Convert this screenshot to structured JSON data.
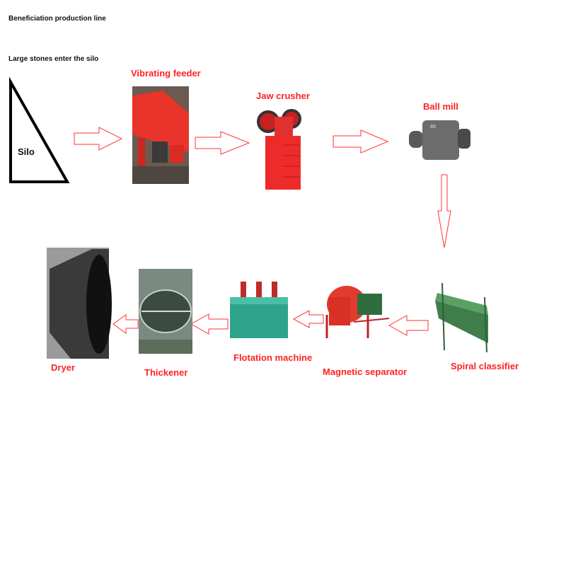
{
  "title": "Beneficiation production line",
  "subtitle": "Large stones enter the silo",
  "silo_label": "Silo",
  "colors": {
    "label": "#ff2222",
    "arrow": "#ff3333",
    "text": "#111111"
  },
  "steps": [
    {
      "label": "Vibrating feeder"
    },
    {
      "label": "Jaw crusher"
    },
    {
      "label": "Ball mill"
    },
    {
      "label": "Spiral classifier"
    },
    {
      "label": "Magnetic separator"
    },
    {
      "label": "Flotation machine"
    },
    {
      "label": "Thickener"
    },
    {
      "label": "Dryer"
    }
  ]
}
